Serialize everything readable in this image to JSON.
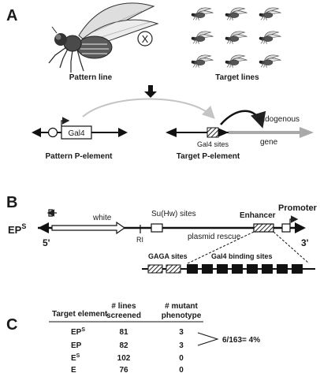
{
  "panel_a": {
    "label": "A",
    "cross_symbol": "X",
    "pattern_line": "Pattern line",
    "target_lines": "Target lines",
    "gal4_box": "Gal4",
    "gal4_sites": "Gal4 sites",
    "endogenous": "endogenous",
    "gene": "gene",
    "pattern_element": "Pattern P-element",
    "target_element": "Target P-element"
  },
  "panel_b": {
    "label": "B",
    "construct_name": "EP",
    "construct_superscript": "S",
    "white": "white",
    "su_hw": "Su(Hw) sites",
    "enhancer": "Enhancer",
    "promoter": "Promoter",
    "five_prime": "5'",
    "three_prime": "3'",
    "ri": "RI",
    "plasmid_rescue": "plasmid rescue",
    "gaga_sites": "GAGA sites",
    "gal4_binding_sites": "Gal4 binding sites"
  },
  "panel_c": {
    "label": "C",
    "headers": {
      "target_element": "Target element",
      "lines_screened_1": "# lines",
      "lines_screened_2": "screened",
      "mutant_1": "# mutant",
      "mutant_2": "phenotype"
    },
    "rows": [
      {
        "name": "EP",
        "sup": "S",
        "screened": "81",
        "mutant": "3"
      },
      {
        "name": "EP",
        "sup": "",
        "screened": "82",
        "mutant": "3"
      },
      {
        "name": "E",
        "sup": "S",
        "screened": "102",
        "mutant": "0"
      },
      {
        "name": "E",
        "sup": "",
        "screened": "76",
        "mutant": "0"
      }
    ],
    "summary": "6/163= 4%"
  }
}
